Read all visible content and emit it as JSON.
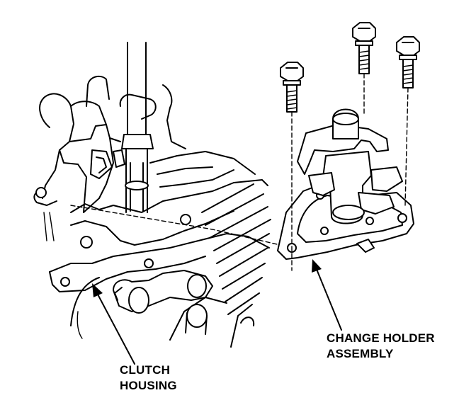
{
  "diagram": {
    "labels": {
      "clutch_housing": {
        "line1": "CLUTCH",
        "line2": "HOUSING"
      },
      "change_holder_assembly": {
        "line1": "CHANGE HOLDER",
        "line2": "ASSEMBLY"
      }
    },
    "parts": [
      {
        "icon": "flange-bolt-icon"
      },
      {
        "icon": "flange-bolt-icon"
      },
      {
        "icon": "flange-bolt-icon"
      },
      {
        "icon": "change-holder-assembly-icon"
      },
      {
        "icon": "clutch-housing-icon"
      }
    ],
    "colors": {
      "ink": "#000000",
      "paper": "#ffffff"
    }
  }
}
